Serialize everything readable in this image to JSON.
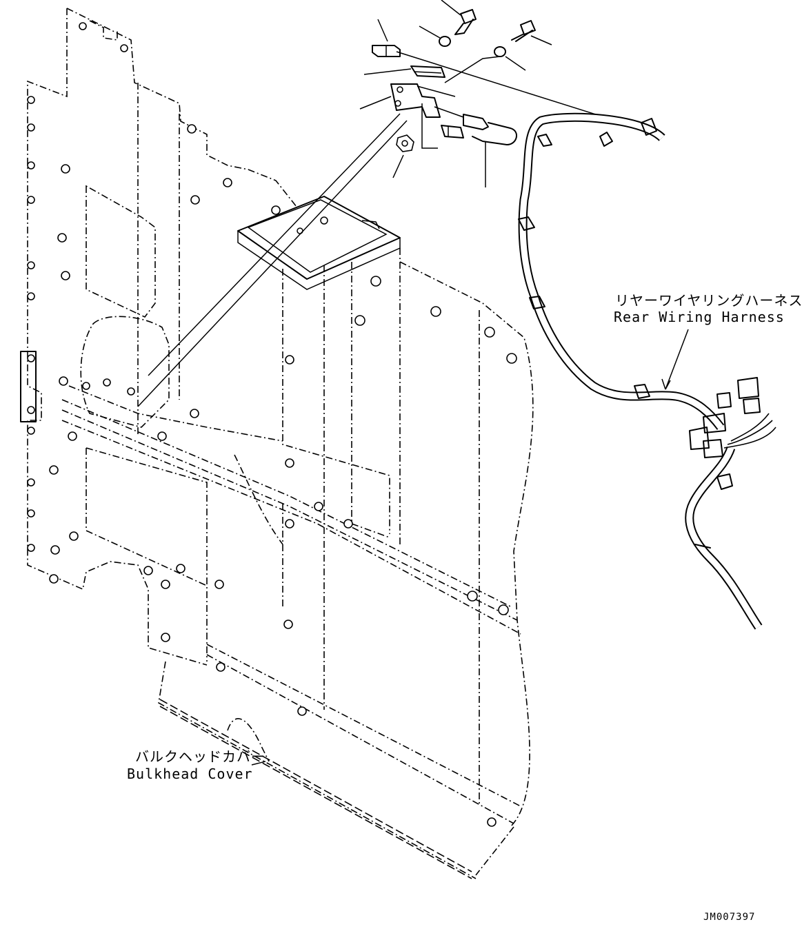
{
  "drawing": {
    "labels": {
      "harness_jp": "リヤーワイヤリングハーネス",
      "harness_en": "Rear Wiring Harness",
      "cover_jp": "バルクヘッドカバー",
      "cover_en": "Bulkhead Cover"
    },
    "drawing_code": "JM007397"
  }
}
